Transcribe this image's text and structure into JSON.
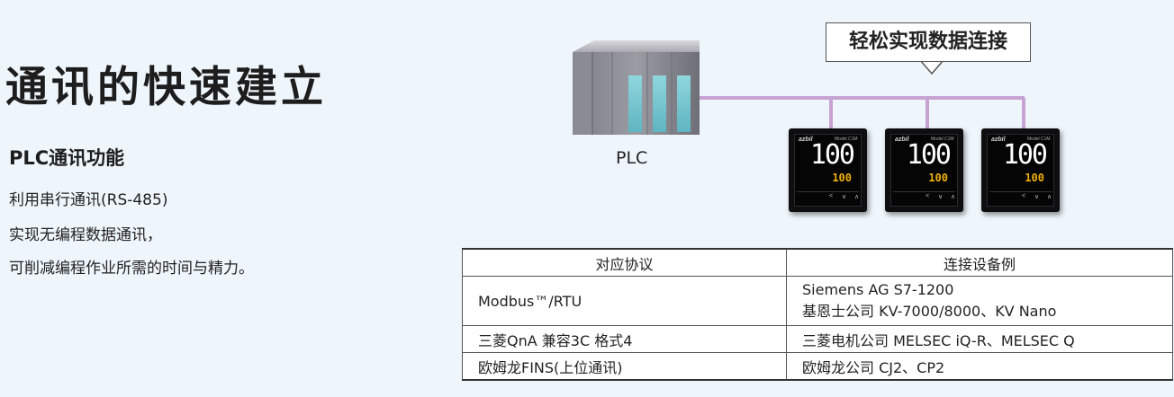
{
  "heading": {
    "title": "通讯的快速建立",
    "subtitle": "PLC通讯功能",
    "description": [
      "利用串行通讯(RS-485)",
      "实现无编程数据通讯，",
      "可削减编程作业所需的时间与精力。"
    ]
  },
  "diagram": {
    "callout": "轻松实现数据连接",
    "plc_label": "PLC",
    "controllers": [
      {
        "logo": "azbil",
        "model": "Model C1M",
        "pv": "100",
        "sv": "100"
      },
      {
        "logo": "azbil",
        "model": "Model C1M",
        "pv": "100",
        "sv": "100"
      },
      {
        "logo": "azbil",
        "model": "Model C1M",
        "pv": "100",
        "sv": "100"
      }
    ],
    "line_color": "#c7a3d4"
  },
  "table": {
    "headers": [
      "对应协议",
      "连接设备例"
    ],
    "rows": [
      {
        "protocol": "Modbus™/RTU",
        "devices": [
          "Siemens AG S7-1200",
          "基恩士公司 KV-7000/8000、KV Nano"
        ]
      },
      {
        "protocol": "三菱QnA 兼容3C 格式4",
        "devices": [
          "三菱电机公司 MELSEC iQ-R、MELSEC Q"
        ]
      },
      {
        "protocol": "欧姆龙FINS(上位通讯)",
        "devices": [
          "欧姆龙公司 CJ2、CP2"
        ]
      }
    ]
  }
}
